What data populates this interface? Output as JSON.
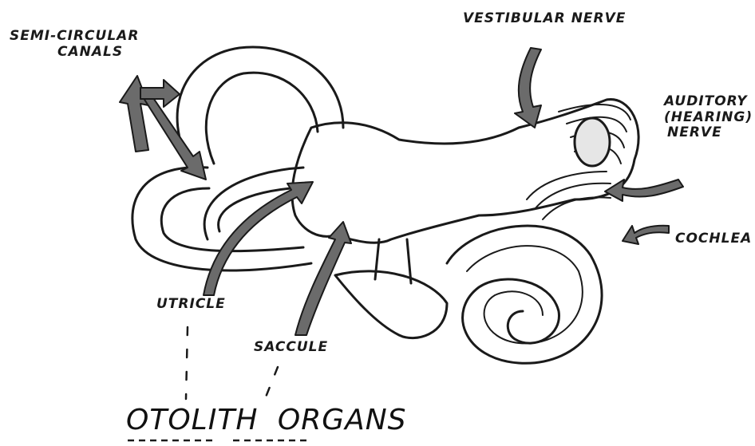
{
  "labels": {
    "semicircular_line1": "SEMI-CIRCULAR",
    "semicircular_line2": "CANALS",
    "vestibular_nerve": "VESTIBULAR NERVE",
    "auditory_line1": "AUDITORY",
    "auditory_line2": "(HEARING)",
    "auditory_line3": "NERVE",
    "cochlea": "COCHLEA",
    "utricle": "UTRICLE",
    "saccule": "SACCULE",
    "otolith_word1": "OTOLITH",
    "otolith_word2": "ORGANS"
  },
  "colors": {
    "ink": "#1a1a1a",
    "arrow_fill": "#6b6b6b",
    "background": "#ffffff"
  }
}
